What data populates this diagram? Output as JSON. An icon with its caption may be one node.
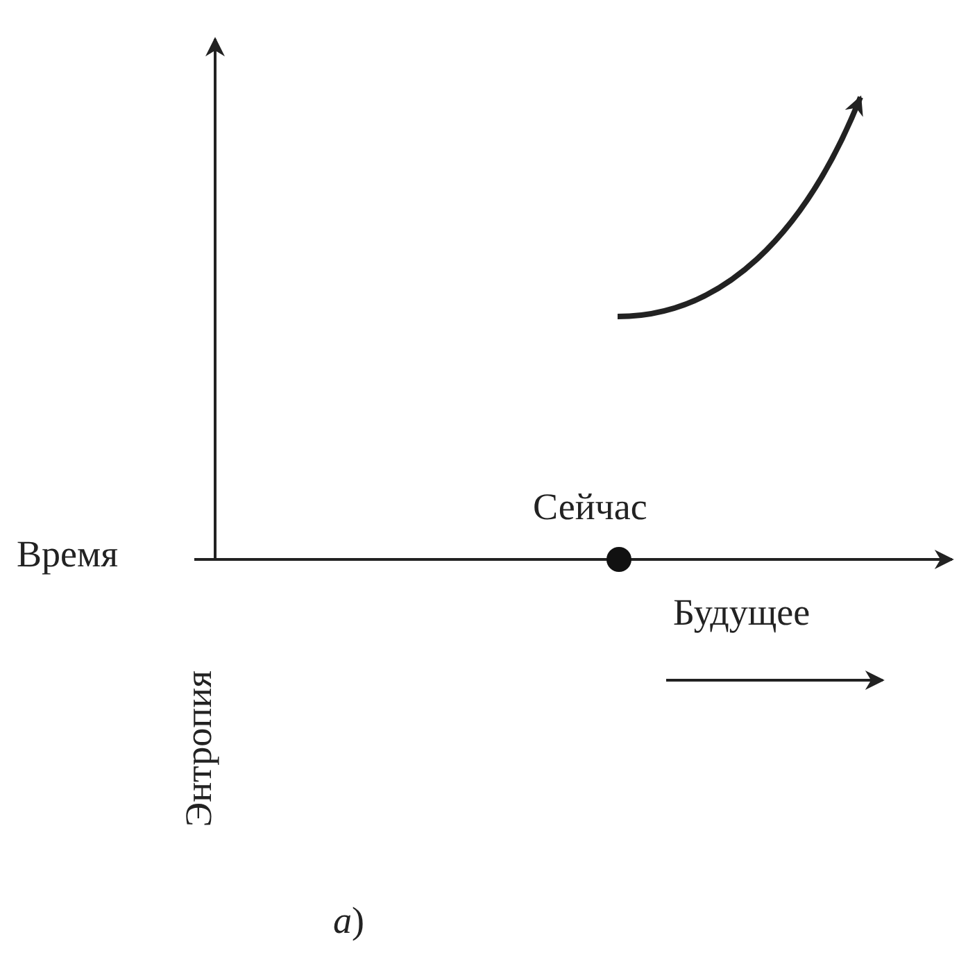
{
  "diagram": {
    "caption": "*а*)",
    "labels": [
      "Сейчас",
      "Время",
      "Будущее",
      "Энтропия"
    ]
  }
}
